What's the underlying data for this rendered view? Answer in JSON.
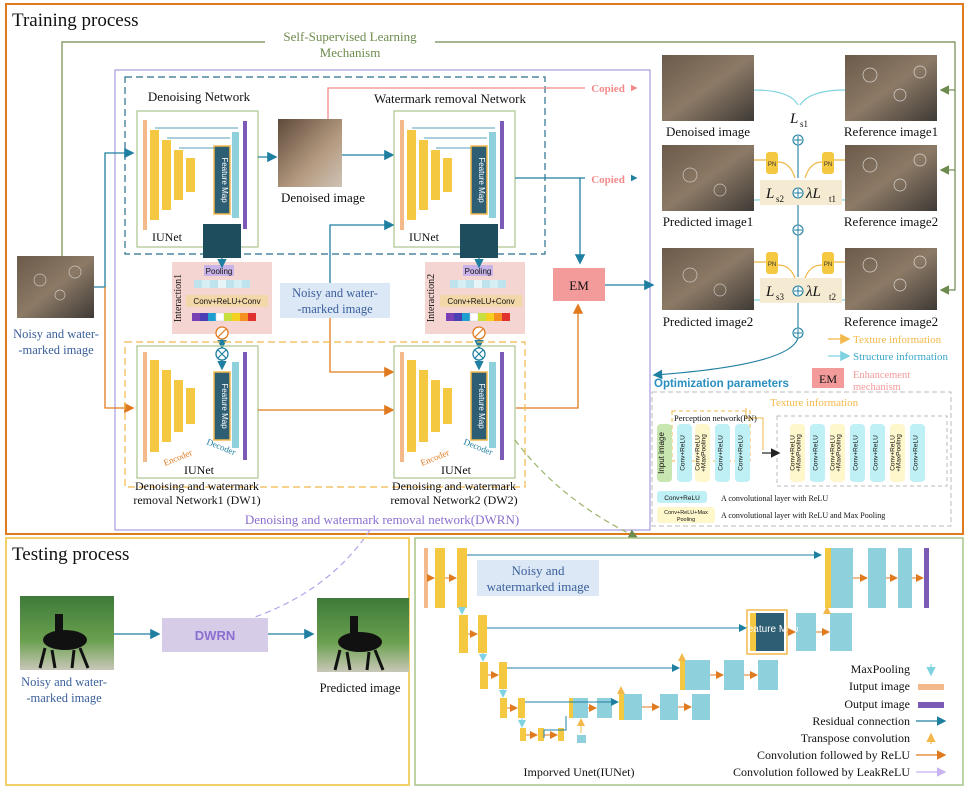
{
  "sections": {
    "training": "Training process",
    "testing": "Testing process"
  },
  "ssl": {
    "line1": "Self-Supervised Learning",
    "line2": "Mechanism"
  },
  "networks": {
    "denoising": "Denoising Network",
    "watermark": "Watermark removal Network",
    "iunet": "IUNet",
    "dw1_line1": "Denoising and watermark",
    "dw1_line2": "removal Network1 (DW1)",
    "dw2_line1": "Denoising and watermark",
    "dw2_line2": "removal Network2 (DW2)",
    "dwrn_full": "Denoising and watermark removal network(DWRN)",
    "dwrn": "DWRN",
    "feature_map": "Feature Map",
    "encoder": "Encoder",
    "decoder": "Decoder"
  },
  "interaction": {
    "i1": "Interaction1",
    "i2": "Interaction2",
    "pooling": "Pooling",
    "conv": "Conv+ReLU+Conv"
  },
  "images": {
    "noisy_line1": "Noisy and water-",
    "noisy_line2": "-marked image",
    "noisy_mid_line1": "Noisy and water-",
    "noisy_mid_line2": "-marked image",
    "denoised": "Denoised image",
    "ref1": "Reference image1",
    "ref2": "Reference image2",
    "pred1": "Predicted image1",
    "pred2": "Predicted image2",
    "test_noisy_line1": "Noisy and water-",
    "test_noisy_line2": "-marked image",
    "test_pred": "Predicted image"
  },
  "em": "EM",
  "copied": "Copied",
  "loss": {
    "ls1": "L",
    "ls1_sub": "s1",
    "ls2": "L",
    "ls2_sub": "s2",
    "lt1": "λL",
    "lt1_sub": "t1",
    "ls3": "L",
    "ls3_sub": "s3",
    "lt2": "λL",
    "lt2_sub": "t2",
    "pn": "PN"
  },
  "legend_top": {
    "texture": "Texture information",
    "structure": "Structure information",
    "em_label": "EM",
    "em_line1": "Enhancement",
    "em_line2": "mechanism"
  },
  "optim": {
    "title": "Optimization parameters",
    "texture": "Texture information",
    "pn": "Perception network(PN)",
    "input": "Input image",
    "blocks": [
      "Conv+ReLU",
      "Conv+ReLU +MaxPooling",
      "Conv+ReLU",
      "Conv+ReLU",
      "Conv+ReLU +MaxPooling",
      "Conv+ReLU",
      "Conv+ReLU +MaxPooling",
      "Conv+ReLU",
      "Conv+ReLU",
      "Conv+ReLU +MaxPooling",
      "Conv+ReLU"
    ],
    "key1_box": "Conv+ReLU",
    "key1_text": "A convolutional layer with ReLU",
    "key2_box_line1": "Conv+ReLU+Max",
    "key2_box_line2": "Pooling",
    "key2_text": "A convolutional layer with ReLU and Max Pooling"
  },
  "iunet_detail": {
    "noisy_line1": "Noisy and",
    "noisy_line2": "watermarked image",
    "feature_map": "Feature Map",
    "caption": "Imporved Unet(IUNet)"
  },
  "legend_bottom": {
    "maxpool": "MaxPooling",
    "input": "Iutput image",
    "output": "Output image",
    "residual": "Residual connection",
    "transpose": "Transpose convolution",
    "relu": "Convolution  followed by ReLU",
    "leaky": "Convolution  followed by LeakReLU"
  },
  "colors": {
    "orange_border": "#E07A1F",
    "yellow_border": "#F2D16B",
    "green_border": "#A9C58B",
    "purple_border": "#A99BE0",
    "blue_text": "#3A5F9B",
    "teal": "#1F7FA0",
    "encoder_yellow": "#F5C842",
    "decoder_cyan": "#8FD0DD",
    "em_pink": "#F39A9A"
  }
}
